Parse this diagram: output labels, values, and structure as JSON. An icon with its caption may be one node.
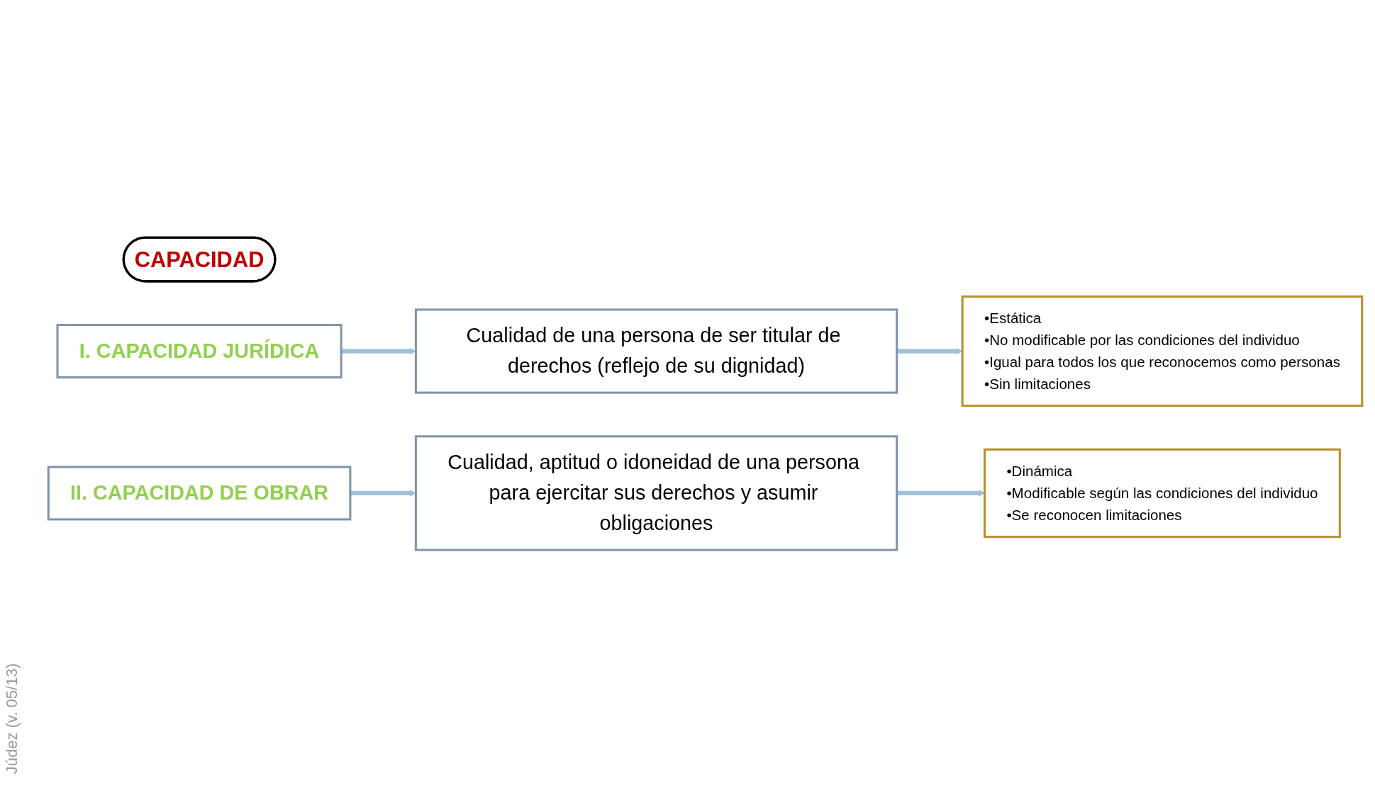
{
  "diagram": {
    "nodes": [
      {
        "text": [
          "CAPACIDAD"
        ]
      },
      {
        "text": [
          "•Estática",
          "•No modificable por las condiciones del individuo",
          "•Igual para todos los que reconocemos como personas",
          "•Sin limitaciones"
        ]
      },
      {
        "text": [
          "Cualidad de una persona de ser titular de derechos (reflejo de su dignidad)"
        ]
      },
      {
        "text": [
          "I. CAPACIDAD JURÍDICA"
        ]
      },
      {
        "text": [
          "II. CAPACIDAD DE OBRAR"
        ]
      },
      {
        "text": [
          "Cualidad, aptitud o idoneidad de una persona para ejercitar sus derechos y asumir obligaciones"
        ]
      },
      {
        "text": [
          "•Dinámica",
          "•Modificable según las condiciones del individuo",
          "•Se reconocen limitaciones"
        ]
      }
    ],
    "edges": [
      {
        "from": 3,
        "to": 2,
        "arrow": "to"
      },
      {
        "from": 2,
        "to": 1,
        "arrow": "to"
      },
      {
        "from": 4,
        "to": 5,
        "arrow": "to"
      },
      {
        "from": 5,
        "to": 6,
        "arrow": "to"
      }
    ],
    "labels": [
      "Júdez (v. 05/13)"
    ]
  }
}
